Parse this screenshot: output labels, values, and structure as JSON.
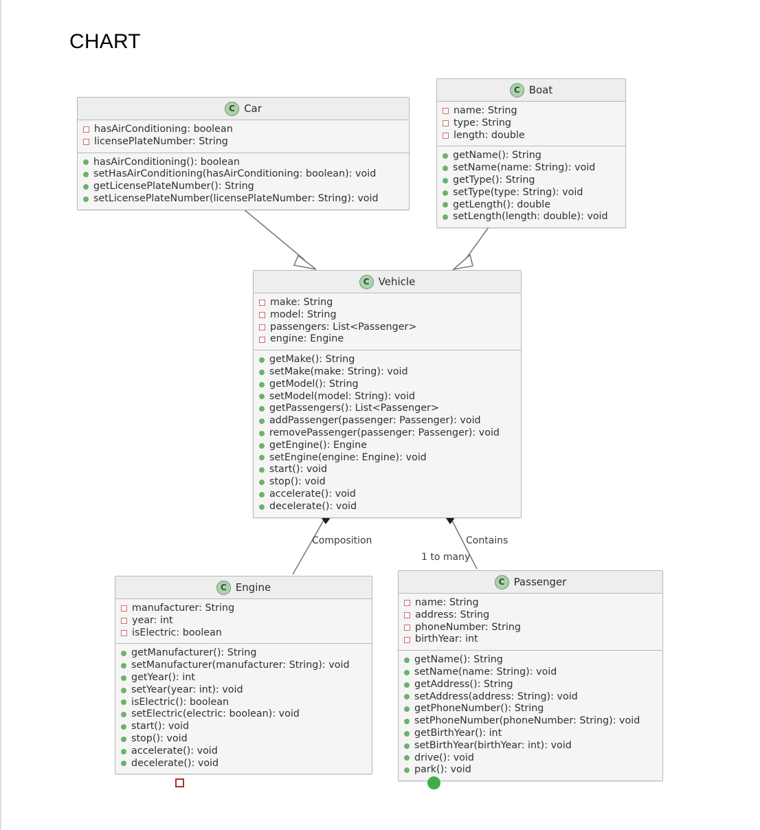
{
  "page": {
    "title": "CHART"
  },
  "diagram": {
    "type": "uml-class-diagram",
    "class_icon_letter": "C",
    "colors": {
      "box_border": "#b8b8b8",
      "header_bg": "#eeeeee",
      "body_bg": "#f5f5f5",
      "field_marker": "#d06b6b",
      "method_marker": "#6cb36c",
      "edge_line": "#7a7a7a",
      "legend_square": "#b02b2b",
      "legend_circle": "#3fae48"
    },
    "classes": [
      {
        "name": "Car",
        "attributes": [
          "hasAirConditioning: boolean",
          "licensePlateNumber: String"
        ],
        "methods": [
          "hasAirConditioning(): boolean",
          "setHasAirConditioning(hasAirConditioning: boolean): void",
          "getLicensePlateNumber(): String",
          "setLicensePlateNumber(licensePlateNumber: String): void"
        ]
      },
      {
        "name": "Boat",
        "attributes": [
          "name: String",
          "type: String",
          "length: double"
        ],
        "methods": [
          "getName(): String",
          "setName(name: String): void",
          "getType(): String",
          "setType(type: String): void",
          "getLength(): double",
          "setLength(length: double): void"
        ]
      },
      {
        "name": "Vehicle",
        "attributes": [
          "make: String",
          "model: String",
          "passengers: List<Passenger>",
          "engine: Engine"
        ],
        "methods": [
          "getMake(): String",
          "setMake(make: String): void",
          "getModel(): String",
          "setModel(model: String): void",
          "getPassengers(): List<Passenger>",
          "addPassenger(passenger: Passenger): void",
          "removePassenger(passenger: Passenger): void",
          "getEngine(): Engine",
          "setEngine(engine: Engine): void",
          "start(): void",
          "stop(): void",
          "accelerate(): void",
          "decelerate(): void"
        ]
      },
      {
        "name": "Engine",
        "attributes": [
          "manufacturer: String",
          "year: int",
          "isElectric: boolean"
        ],
        "methods": [
          "getManufacturer(): String",
          "setManufacturer(manufacturer: String): void",
          "getYear(): int",
          "setYear(year: int): void",
          "isElectric(): boolean",
          "setElectric(electric: boolean): void",
          "start(): void",
          "stop(): void",
          "accelerate(): void",
          "decelerate(): void"
        ]
      },
      {
        "name": "Passenger",
        "attributes": [
          "name: String",
          "address: String",
          "phoneNumber: String",
          "birthYear: int"
        ],
        "methods": [
          "getName(): String",
          "setName(name: String): void",
          "getAddress(): String",
          "setAddress(address: String): void",
          "getPhoneNumber(): String",
          "setPhoneNumber(phoneNumber: String): void",
          "getBirthYear(): int",
          "setBirthYear(birthYear: int): void",
          "drive(): void",
          "park(): void"
        ]
      }
    ],
    "relationships": [
      {
        "from": "Car",
        "to": "Vehicle",
        "kind": "inheritance",
        "label": ""
      },
      {
        "from": "Boat",
        "to": "Vehicle",
        "kind": "inheritance",
        "label": ""
      },
      {
        "from": "Vehicle",
        "to": "Engine",
        "kind": "composition",
        "label": "Composition"
      },
      {
        "from": "Vehicle",
        "to": "Passenger",
        "kind": "composition",
        "label": "Contains",
        "multiplicity": "1 to many"
      }
    ],
    "edge_labels": {
      "composition": "Composition",
      "contains": "Contains",
      "one_to_many": "1 to many"
    }
  }
}
